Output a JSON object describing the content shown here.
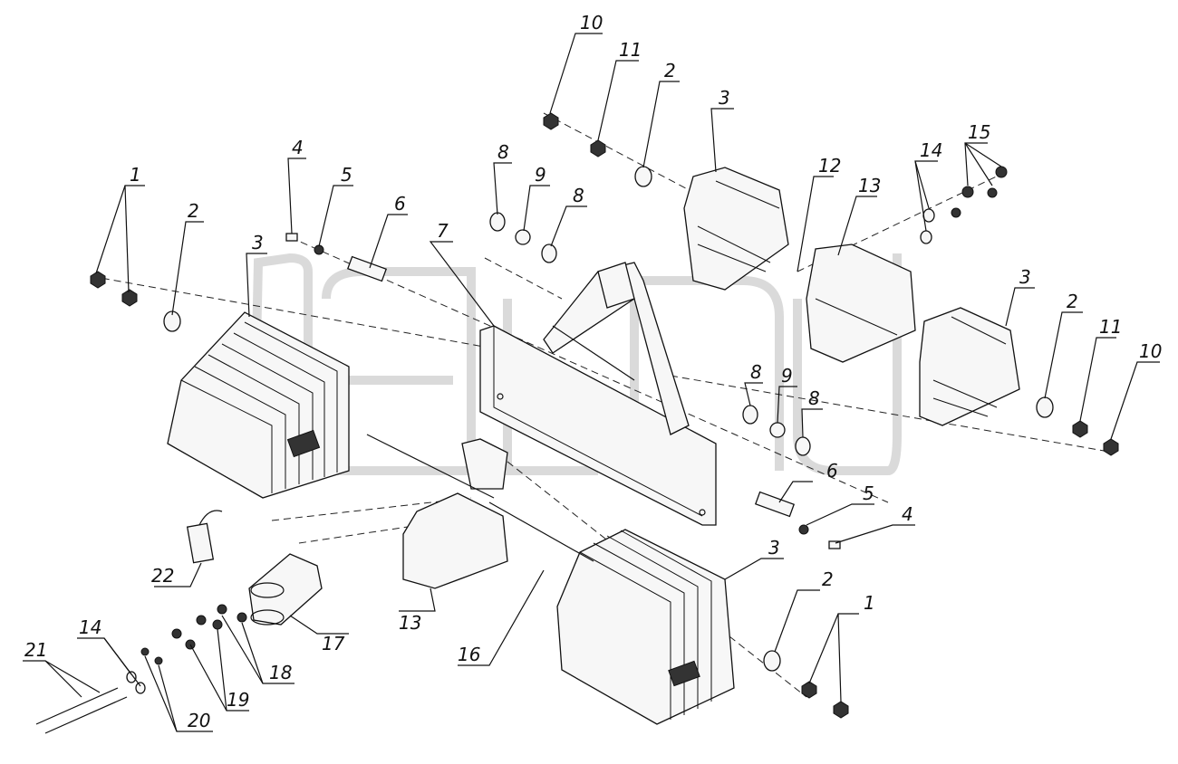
{
  "labels": [
    {
      "id": "l1a",
      "text": "1"
    },
    {
      "id": "l2a",
      "text": "2"
    },
    {
      "id": "l3a",
      "text": "3"
    },
    {
      "id": "l4a",
      "text": "4"
    },
    {
      "id": "l5a",
      "text": "5"
    },
    {
      "id": "l6a",
      "text": "6"
    },
    {
      "id": "l7",
      "text": "7"
    },
    {
      "id": "l8a",
      "text": "8"
    },
    {
      "id": "l9a",
      "text": "9"
    },
    {
      "id": "l8b",
      "text": "8"
    },
    {
      "id": "l10a",
      "text": "10"
    },
    {
      "id": "l11a",
      "text": "11"
    },
    {
      "id": "l2b",
      "text": "2"
    },
    {
      "id": "l3b",
      "text": "3"
    },
    {
      "id": "l12",
      "text": "12"
    },
    {
      "id": "l13a",
      "text": "13"
    },
    {
      "id": "l14a",
      "text": "14"
    },
    {
      "id": "l15",
      "text": "15"
    },
    {
      "id": "l3c",
      "text": "3"
    },
    {
      "id": "l2c",
      "text": "2"
    },
    {
      "id": "l11b",
      "text": "11"
    },
    {
      "id": "l10b",
      "text": "10"
    },
    {
      "id": "l8c",
      "text": "8"
    },
    {
      "id": "l9b",
      "text": "9"
    },
    {
      "id": "l8d",
      "text": "8"
    },
    {
      "id": "l6b",
      "text": "6"
    },
    {
      "id": "l5b",
      "text": "5"
    },
    {
      "id": "l4b",
      "text": "4"
    },
    {
      "id": "l3d",
      "text": "3"
    },
    {
      "id": "l2d",
      "text": "2"
    },
    {
      "id": "l1b",
      "text": "1"
    },
    {
      "id": "l22",
      "text": "22"
    },
    {
      "id": "l13b",
      "text": "13"
    },
    {
      "id": "l16",
      "text": "16"
    },
    {
      "id": "l17",
      "text": "17"
    },
    {
      "id": "l18",
      "text": "18"
    },
    {
      "id": "l19",
      "text": "19"
    },
    {
      "id": "l20",
      "text": "20"
    },
    {
      "id": "l14b",
      "text": "14"
    },
    {
      "id": "l21",
      "text": "21"
    }
  ],
  "colors": {
    "line": "#111111",
    "watermark": "#dadada",
    "background": "#ffffff"
  }
}
